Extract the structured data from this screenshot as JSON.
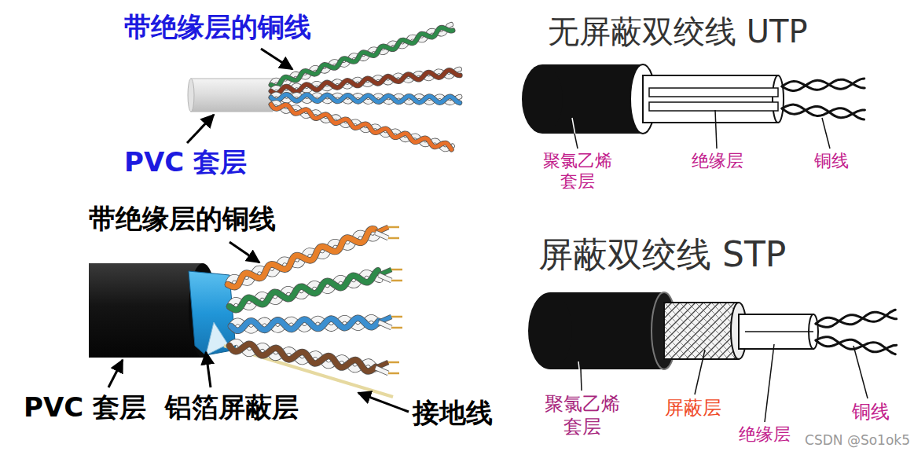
{
  "diagram": {
    "labels": [
      "带绝缘层的铜线",
      "PVC 套层",
      "无屏蔽双绞线 UTP",
      "聚氯乙烯 套层",
      "绝缘层",
      "铜线",
      "带绝缘层的铜线",
      "PVC 套层",
      "铝箔屏蔽层",
      "接地线",
      "屏蔽双绞线 STP",
      "聚氯乙烯 套层",
      "屏蔽层",
      "绝缘层",
      "铜线",
      "CSDN @So1ok5"
    ]
  }
}
